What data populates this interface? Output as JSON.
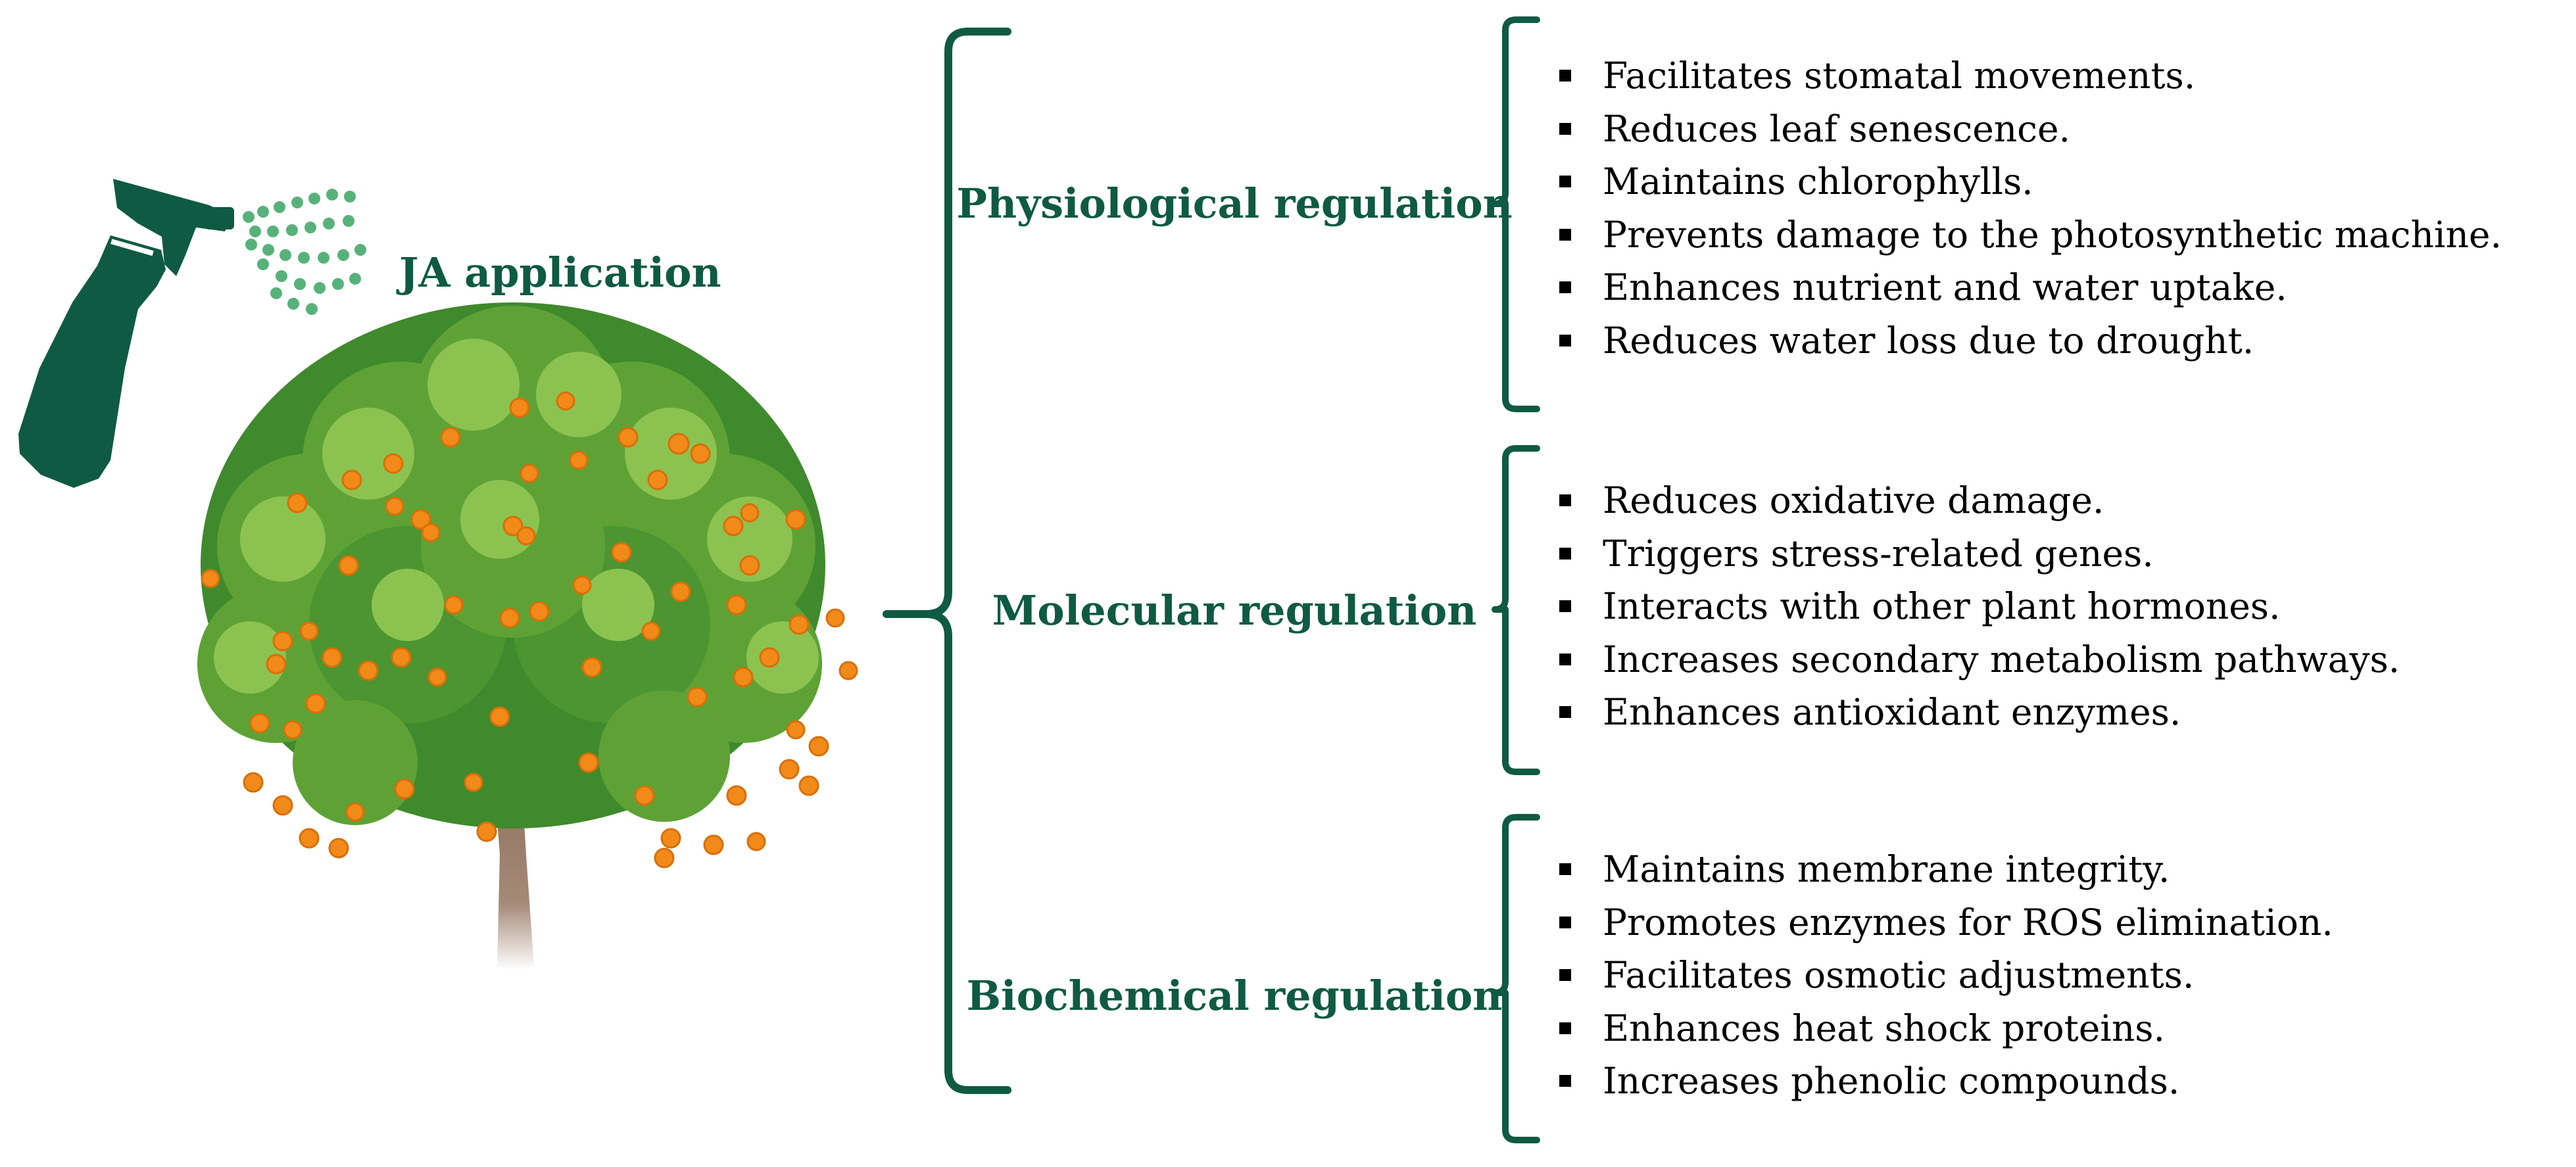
{
  "colors": {
    "brand_green": "#0f5a43",
    "spray_mist": "#57b27a",
    "foliage_dark": "#3f8a2c",
    "foliage_mid": "#5ea236",
    "foliage_light": "#8cc350",
    "fruit": "#f28a1a",
    "trunk": "#8a6a55"
  },
  "icons": [
    "spray-bottle-icon",
    "orange-tree-illustration"
  ],
  "application_label": "JA application",
  "categories": [
    {
      "label": "Physiological regulation",
      "effects": [
        "Facilitates stomatal movements.",
        "Reduces leaf senescence.",
        "Maintains chlorophylls.",
        "Prevents damage to the photosynthetic machine.",
        "Enhances nutrient and water uptake.",
        "Reduces water loss due to drought."
      ]
    },
    {
      "label": "Molecular regulation",
      "effects": [
        "Reduces oxidative damage.",
        "Triggers stress-related genes.",
        "Interacts with other plant hormones.",
        "Increases secondary metabolism pathways.",
        "Enhances antioxidant enzymes."
      ]
    },
    {
      "label": "Biochemical regulation",
      "effects": [
        "Maintains membrane integrity.",
        "Promotes enzymes for ROS elimination.",
        "Facilitates osmotic adjustments.",
        "Enhances heat shock proteins.",
        "Increases phenolic compounds."
      ]
    }
  ]
}
